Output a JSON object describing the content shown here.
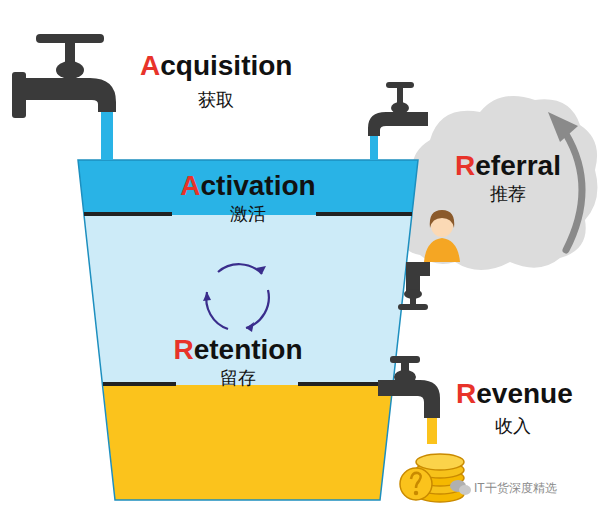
{
  "diagram": {
    "nodes": [
      {
        "text": [
          "Activation",
          "激活"
        ]
      },
      {
        "text": [
          "Retention",
          "留存"
        ]
      },
      {
        "text": [
          "Referral",
          "推荐"
        ]
      }
    ],
    "labels": [
      "Acquisition",
      "获取",
      "Revenue",
      "收入",
      "IT干货深度精选"
    ]
  }
}
